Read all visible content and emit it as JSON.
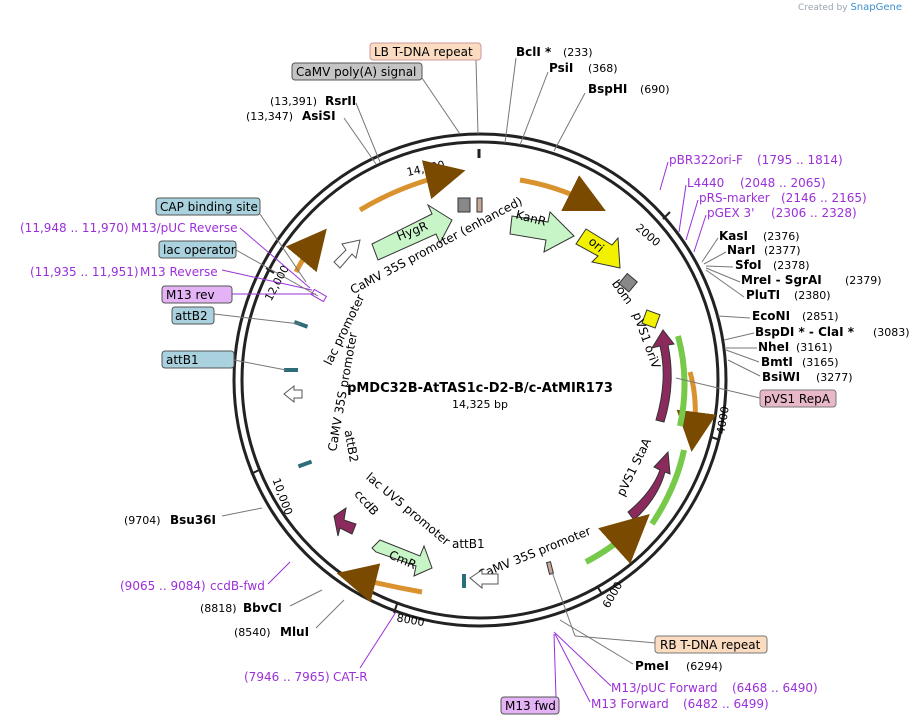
{
  "credit": {
    "prefix": "Created by",
    "brand": "SnapGene"
  },
  "plasmid": {
    "name": "pMDC32B-AtTAS1c-D2-B/c-AtMIR173",
    "length": "14,325 bp"
  },
  "ticks": [
    "2000",
    "4000",
    "6000",
    "8000",
    "10,000",
    "12,000",
    "14,000"
  ],
  "sites": [
    {
      "name": "BclI *",
      "pos": "(233)"
    },
    {
      "name": "PsiI",
      "pos": "(368)"
    },
    {
      "name": "BspHI",
      "pos": "(690)"
    },
    {
      "name": "KasI",
      "pos": "(2376)"
    },
    {
      "name": "NarI",
      "pos": "(2377)"
    },
    {
      "name": "SfoI",
      "pos": "(2378)"
    },
    {
      "name": "MreI  -  SgrAI",
      "pos": "(2379)"
    },
    {
      "name": "PluTI",
      "pos": "(2380)"
    },
    {
      "name": "EcoNI",
      "pos": "(2851)"
    },
    {
      "name": "BspDI *  -  ClaI *",
      "pos": "(3083)"
    },
    {
      "name": "NheI",
      "pos": "(3161)"
    },
    {
      "name": "BmtI",
      "pos": "(3165)"
    },
    {
      "name": "BsiWI",
      "pos": "(3277)"
    },
    {
      "name": "PmeI",
      "pos": "(6294)"
    },
    {
      "name": "MluI",
      "pos": "(8540)"
    },
    {
      "name": "BbvCI",
      "pos": "(8818)"
    },
    {
      "name": "Bsu36I",
      "pos": "(9704)"
    },
    {
      "name": "AsiSI",
      "pos": "(13,347)"
    },
    {
      "name": "RsrII",
      "pos": "(13,391)"
    }
  ],
  "primers": [
    {
      "name": "pBR322ori-F",
      "range": "(1795 .. 1814)"
    },
    {
      "name": "L4440",
      "range": "(2048 .. 2065)"
    },
    {
      "name": "pRS-marker",
      "range": "(2146 .. 2165)"
    },
    {
      "name": "pGEX 3'",
      "range": "(2306 .. 2328)"
    },
    {
      "name": "M13/pUC Forward",
      "range": "(6468 .. 6490)"
    },
    {
      "name": "M13 Forward",
      "range": "(6482 .. 6499)"
    },
    {
      "name": "CAT-R",
      "range": "(7946 .. 7965)"
    },
    {
      "name": "ccdB-fwd",
      "range": "(9065 .. 9084)"
    },
    {
      "name": "M13 Reverse",
      "range": "(11,935 .. 11,951)"
    },
    {
      "name": "M13/pUC Reverse",
      "range": "(11,948 .. 11,970)"
    }
  ],
  "boxes": {
    "lb_tdna": "LB T-DNA repeat",
    "camv_polya": "CaMV poly(A) signal",
    "cap_site": "CAP binding site",
    "lac_operator": "lac operator",
    "m13_rev": "M13 rev",
    "attb2": "attB2",
    "attb1": "attB1",
    "pvs1_repa": "pVS1 RepA",
    "rb_tdna": "RB T-DNA repeat",
    "m13_fwd": "M13 fwd"
  },
  "features": {
    "hygr": "HygR",
    "kanr": "KanR",
    "ori": "ori",
    "bom": "bom",
    "pvs1_oriv": "pVS1 oriV",
    "pvs1_staa": "pVS1 StaA",
    "camv35s_enh": "CaMV 35S promoter (enhanced)",
    "lac_promoter": "lac promoter",
    "camv35s_left": "CaMV 35S promoter",
    "attb2_inner": "attB2",
    "lacuv5": "lac UV5 promoter",
    "ccdb": "ccdB",
    "cmr": "CmR",
    "attb1_inner": "attB1",
    "camv35s_bottom": "CaMV 35S promoter"
  },
  "colors": {
    "backbone": "#222222",
    "primer": "#9b30d9",
    "hygr_fill": "#c8f5c8",
    "ori_fill": "#f2f200",
    "pvs1_fill": "#8b2a5c",
    "orange_arrow": "#d9922e",
    "green_arrow": "#77c94a"
  }
}
